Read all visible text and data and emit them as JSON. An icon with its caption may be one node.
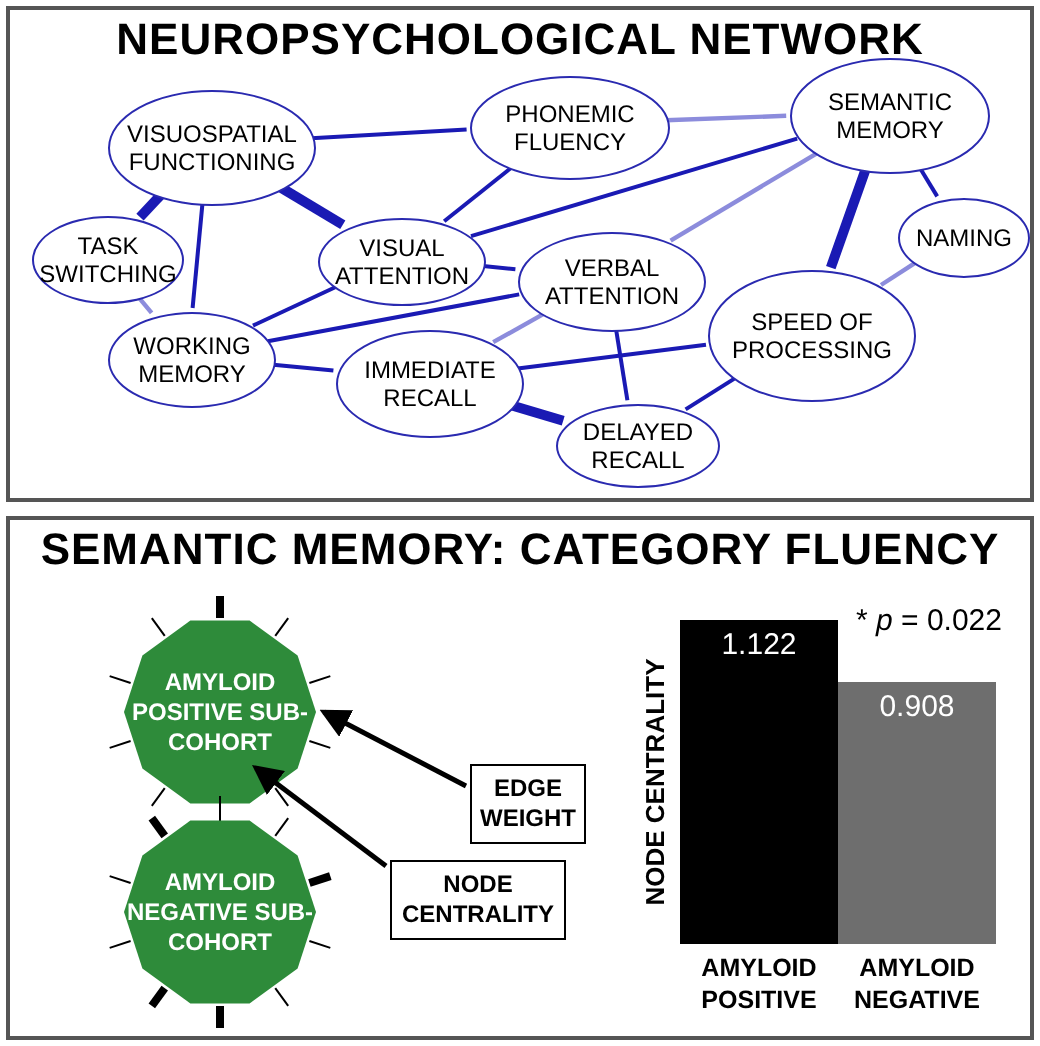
{
  "diagram": {
    "nodes": [
      {
        "text": [
          "NEUROPSYCHOLOGICAL NETWORK"
        ]
      },
      {
        "text": [
          "VISUOSPATIAL FUNCTIONING"
        ],
        "in": 0
      },
      {
        "text": [
          "PHONEMIC FLUENCY"
        ],
        "in": 0
      },
      {
        "text": [
          "SEMANTIC MEMORY"
        ],
        "in": 0
      },
      {
        "text": [
          "TASK SWITCHING"
        ],
        "in": 0
      },
      {
        "text": [
          "VISUAL ATTENTION"
        ],
        "in": 0
      },
      {
        "text": [
          "NAMING"
        ],
        "in": 0
      },
      {
        "text": [
          "VERBAL ATTENTION"
        ],
        "in": 0
      },
      {
        "text": [
          "WORKING MEMORY"
        ],
        "in": 0
      },
      {
        "text": [
          "SPEED OF PROCESSING"
        ],
        "in": 0
      },
      {
        "text": [
          "IMMEDIATE RECALL"
        ],
        "in": 0
      },
      {
        "text": [
          "DELAYED RECALL"
        ],
        "in": 0
      },
      {
        "text": [
          "SEMANTIC MEMORY: CATEGORY FLUENCY"
        ]
      },
      {
        "text": [
          "AMYLOID POSITIVE SUB-COHORT"
        ],
        "in": 12
      },
      {
        "text": [
          "AMYLOID NEGATIVE SUB-COHORT"
        ],
        "in": 12
      },
      {
        "text": [
          "EDGE WEIGHT"
        ],
        "in": 12
      },
      {
        "text": [
          "NODE CENTRALITY"
        ],
        "in": 12
      }
    ],
    "edges": [
      {
        "from": 1,
        "to": 2,
        "arrow": "none"
      },
      {
        "from": 1,
        "to": 4,
        "arrow": "none",
        "style": "thick"
      },
      {
        "from": 1,
        "to": 5,
        "arrow": "none",
        "style": "thick"
      },
      {
        "from": 1,
        "to": 8,
        "arrow": "none"
      },
      {
        "from": 4,
        "to": 8,
        "arrow": "none",
        "color": "#8c8cdc"
      },
      {
        "from": 2,
        "to": 5,
        "arrow": "none"
      },
      {
        "from": 2,
        "to": 3,
        "arrow": "none",
        "color": "#8c8cdc"
      },
      {
        "from": 3,
        "to": 5,
        "arrow": "none"
      },
      {
        "from": 3,
        "to": 7,
        "arrow": "none",
        "color": "#8c8cdc"
      },
      {
        "from": 3,
        "to": 9,
        "arrow": "none",
        "style": "thick"
      },
      {
        "from": 3,
        "to": 6,
        "arrow": "none"
      },
      {
        "from": 6,
        "to": 9,
        "arrow": "none",
        "color": "#8c8cdc"
      },
      {
        "from": 5,
        "to": 7,
        "arrow": "none"
      },
      {
        "from": 5,
        "to": 8,
        "arrow": "none"
      },
      {
        "from": 8,
        "to": 7,
        "arrow": "none"
      },
      {
        "from": 8,
        "to": 10,
        "arrow": "none"
      },
      {
        "from": 10,
        "to": 7,
        "arrow": "none",
        "color": "#8c8cdc"
      },
      {
        "from": 10,
        "to": 9,
        "arrow": "none"
      },
      {
        "from": 10,
        "to": 11,
        "arrow": "none",
        "style": "thick"
      },
      {
        "from": 7,
        "to": 11,
        "arrow": "none"
      },
      {
        "from": 9,
        "to": 11,
        "arrow": "none"
      },
      {
        "from": 15,
        "to": 13,
        "arrow": "to",
        "color": "#000000"
      },
      {
        "from": 16,
        "to": 13,
        "arrow": "to",
        "color": "#000000"
      }
    ],
    "chart_data": {
      "type": "bar",
      "ylabel": "NODE CENTRALITY",
      "categories": [
        "AMYLOID POSITIVE",
        "AMYLOID NEGATIVE"
      ],
      "series": [
        {
          "values": [
            1.122,
            0.908
          ]
        }
      ],
      "data_labels": true,
      "annotations": [
        "* *p* = 0.022"
      ]
    }
  }
}
